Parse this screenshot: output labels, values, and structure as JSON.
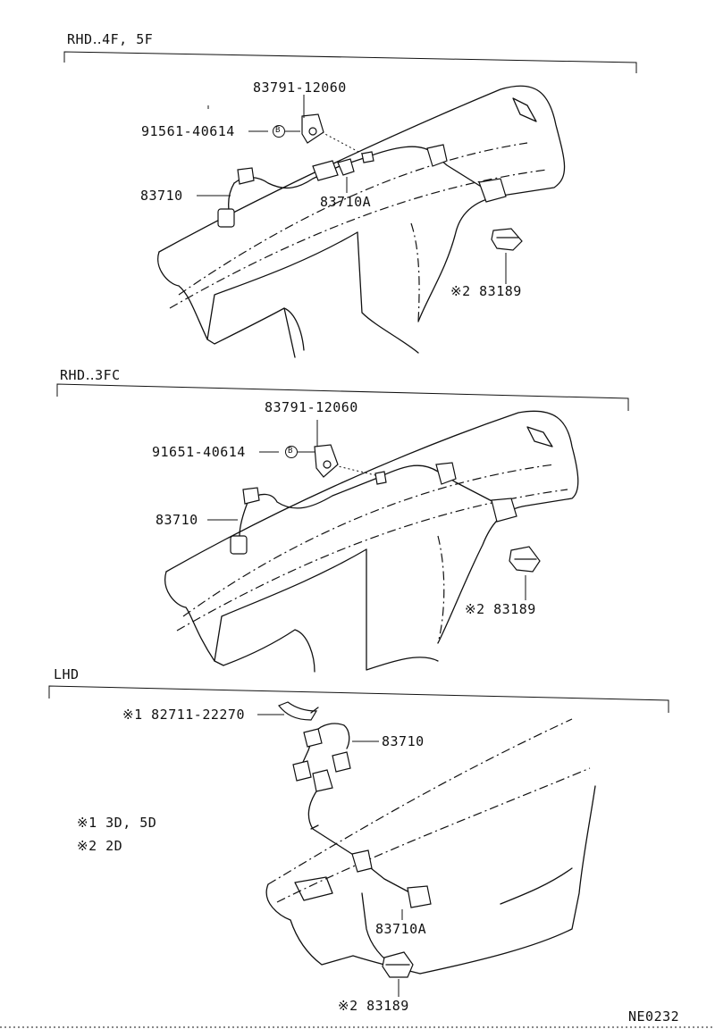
{
  "sections": [
    {
      "title": "RHD‥4F, 5F",
      "labels": {
        "bracket": "83791-12060",
        "bolt": "91561-40614",
        "bolt_marker": "B",
        "cable": "83710",
        "cable_a": "83710A",
        "part_grommet": "※2  83189"
      }
    },
    {
      "title": "RHD‥3FC",
      "labels": {
        "bracket": "83791-12060",
        "bolt": "91651-40614",
        "bolt_marker": "B",
        "cable": "83710",
        "part_grommet": "※2  83189"
      }
    },
    {
      "title": "LHD",
      "labels": {
        "clamp": "※1  82711-22270",
        "cable": "83710",
        "cable_a": "83710A",
        "part_grommet": "※2  83189"
      }
    }
  ],
  "notes": [
    "※1  3D, 5D",
    "※2  2D"
  ],
  "figure_code": "NE0232"
}
